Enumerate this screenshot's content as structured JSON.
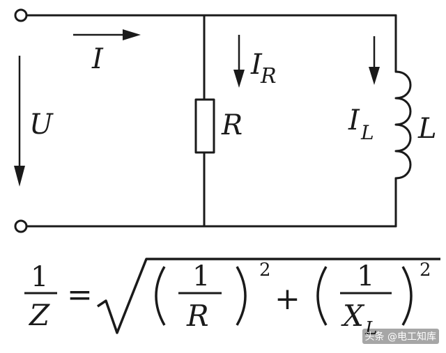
{
  "circuit": {
    "labels": {
      "current_total": "I",
      "voltage": "U",
      "resistor_current_main": "I",
      "resistor_current_sub": "R",
      "resistor": "R",
      "inductor_current_main": "I",
      "inductor_current_sub": "L",
      "inductor": "L"
    }
  },
  "formula": {
    "lhs_numerator": "1",
    "lhs_denominator": "Z",
    "equals": "=",
    "term1_numerator": "1",
    "term1_denominator": "R",
    "exponent1": "2",
    "plus": "+",
    "term2_numerator": "1",
    "term2_denominator_main": "X",
    "term2_denominator_sub": "L",
    "exponent2": "2"
  },
  "watermark": "头条 @电工知库",
  "colors": {
    "ink": "#1a1a1a",
    "background": "#ffffff"
  }
}
